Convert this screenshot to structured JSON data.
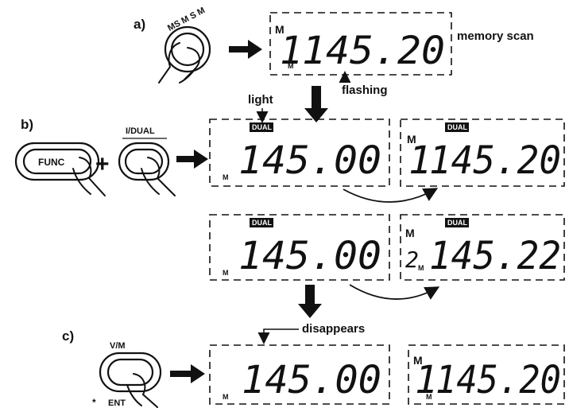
{
  "step_a": {
    "label": "a)",
    "button_text": "MS M S M",
    "display_m": "M",
    "display_digits": "145.20",
    "display_ch": "1",
    "display_sub_m": "M",
    "caption": "memory scan",
    "flashing_label": "flashing"
  },
  "step_b": {
    "label": "b)",
    "func_button": "FUNC",
    "plus": "+",
    "dual_button_label": "I/DUAL",
    "light_label": "light",
    "badge": "DUAL",
    "panel1_digits": "145.00",
    "panel1_m": "M",
    "panel2_m": "M",
    "panel2_ch": "1",
    "panel2_digits": "145.20",
    "panel3_digits": "145.00",
    "panel3_m": "M",
    "panel4_m": "M",
    "panel4_ch": "2",
    "panel4_digits": "145.22",
    "panel4_sub_m": "M"
  },
  "step_c": {
    "label": "c)",
    "vm_label": "V/M",
    "ent_label": "ENT",
    "star": "*",
    "disappears_label": "disappears",
    "panel1_digits": "145.00",
    "panel1_m": "M",
    "panel2_m": "M",
    "panel2_ch": "1",
    "panel2_digits": "145.20",
    "panel2_sub_m": "M"
  }
}
